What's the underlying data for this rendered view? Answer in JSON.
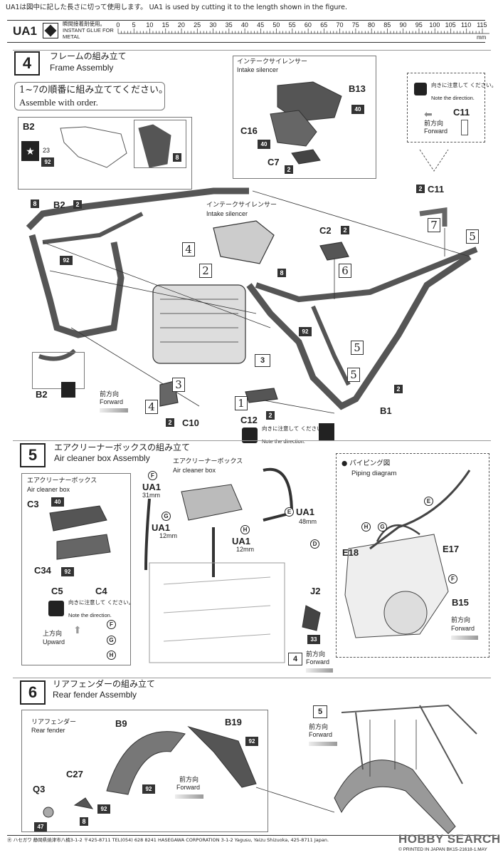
{
  "header": {
    "ua1_note": "UA1は図中に記した長さに切って使用します。 UA1 is used by cutting it to the length shown in the figure.",
    "ua1_label": "UA1",
    "glue_jp": "瞬間接着剤使用。",
    "glue_en1": "INSTANT GLUE FOR",
    "glue_en2": "METAL",
    "ruler_ticks": [
      "0",
      "5",
      "10",
      "15",
      "20",
      "25",
      "30",
      "35",
      "40",
      "45",
      "50",
      "55",
      "60",
      "65",
      "70",
      "75",
      "80",
      "85",
      "90",
      "95",
      "100",
      "105",
      "110",
      "115"
    ],
    "ruler_unit": "mm"
  },
  "step4": {
    "num": "4",
    "title_jp": "フレームの組み立て",
    "title_en": "Frame Assembly",
    "order_jp": "1~7の順番に組み立ててください。",
    "order_en": "Assemble with order.",
    "inset_b2": {
      "part": "B2",
      "n23": "23",
      "n92": "92",
      "n8": "8"
    },
    "intake_box": {
      "jp": "インテークサイレンサー",
      "en": "Intake silencer",
      "b13": "B13",
      "n40a": "40",
      "c16": "C16",
      "n40b": "40",
      "c7": "C7",
      "n2": "2"
    },
    "c11_box": {
      "note_jp": "向きに注意して ください。",
      "note_en": "Note the direction.",
      "part": "C11",
      "forward_jp": "前方向",
      "forward_en": "Forward"
    },
    "main": {
      "p8": "8",
      "b2": "B2",
      "p2a": "2",
      "n92a": "92",
      "c11": "C11",
      "p2c11": "2",
      "o7": "7",
      "o5a": "5",
      "intake_jp": "インテークサイレンサー",
      "intake_en": "Intake silencer",
      "o4": "4",
      "o2": "2",
      "p8b": "8",
      "c2": "C2",
      "p2c2": "2",
      "o6": "6",
      "n92b": "92",
      "o5b": "5",
      "o5c": "5",
      "p2b1": "2",
      "b1": "B1",
      "n3": "3",
      "o3": "3",
      "b2low": "B2",
      "forward_jp": "前方向",
      "forward_en": "Forward",
      "o4b": "4",
      "p2c10": "2",
      "c10": "C10",
      "o1": "1",
      "c12": "C12",
      "p2c12": "2",
      "note_jp": "向きに注意して ください。",
      "note_en": "Note the direction."
    }
  },
  "step5": {
    "num": "5",
    "title_jp": "エアクリーナーボックスの組み立て",
    "title_en": "Air cleaner box Assembly",
    "inset": {
      "jp": "エアクリーナーボックス",
      "en": "Air cleaner box",
      "c3": "C3",
      "n40": "40",
      "c34": "C34",
      "n92": "92",
      "c5": "C5",
      "c4": "C4",
      "note_jp": "向きに注意して ください。",
      "note_en": "Note the direction.",
      "up_jp": "上方向",
      "up_en": "Upward",
      "f": "F",
      "g": "G",
      "h": "H"
    },
    "center": {
      "jp": "エアクリーナーボックス",
      "en": "Air cleaner box",
      "f": "F",
      "ua1a": "UA1",
      "len31": "31mm",
      "g": "G",
      "ua1b": "UA1",
      "len12a": "12mm",
      "e": "E",
      "ua1c": "UA1",
      "len48": "48mm",
      "h": "H",
      "ua1d": "UA1",
      "len12b": "12mm",
      "d": "D",
      "j2": "J2",
      "n33": "33",
      "n4": "4",
      "forward_jp": "前方向",
      "forward_en": "Forward"
    },
    "piping": {
      "jp": "● パイピング図",
      "en": "Piping diagram",
      "e": "E",
      "h": "H",
      "g": "G",
      "e18": "E18",
      "e17": "E17",
      "f": "F",
      "b15": "B15",
      "forward_jp": "前方向",
      "forward_en": "Forward"
    }
  },
  "step6": {
    "num": "6",
    "title_jp": "リアフェンダーの組み立て",
    "title_en": "Rear fender Assembly",
    "inset": {
      "jp": "リアフェンダー",
      "en": "Rear fender",
      "b9": "B9",
      "b19": "B19",
      "n92a": "92",
      "n92b": "92",
      "n92c": "92",
      "c27": "C27",
      "q3": "Q3",
      "n47": "47",
      "n8": "8",
      "forward_jp": "前方向",
      "forward_en": "Forward"
    },
    "right": {
      "n5": "5",
      "forward_jp": "前方向",
      "forward_en": "Forward"
    }
  },
  "footer": {
    "text": "Ⓡ ハセガワ 静岡県焼津市八楠3-1-2 〒425-8711 TEL(054) 628 8241  HASEGAWA CORPORATION 3-1-2 Yagusu, Yaizu Shizuoka, 425-8711 Japan.",
    "printed": "© PRINTED IN JAPAN  BK15-21618-1.MAY",
    "watermark": "HOBBY SEARCH"
  }
}
